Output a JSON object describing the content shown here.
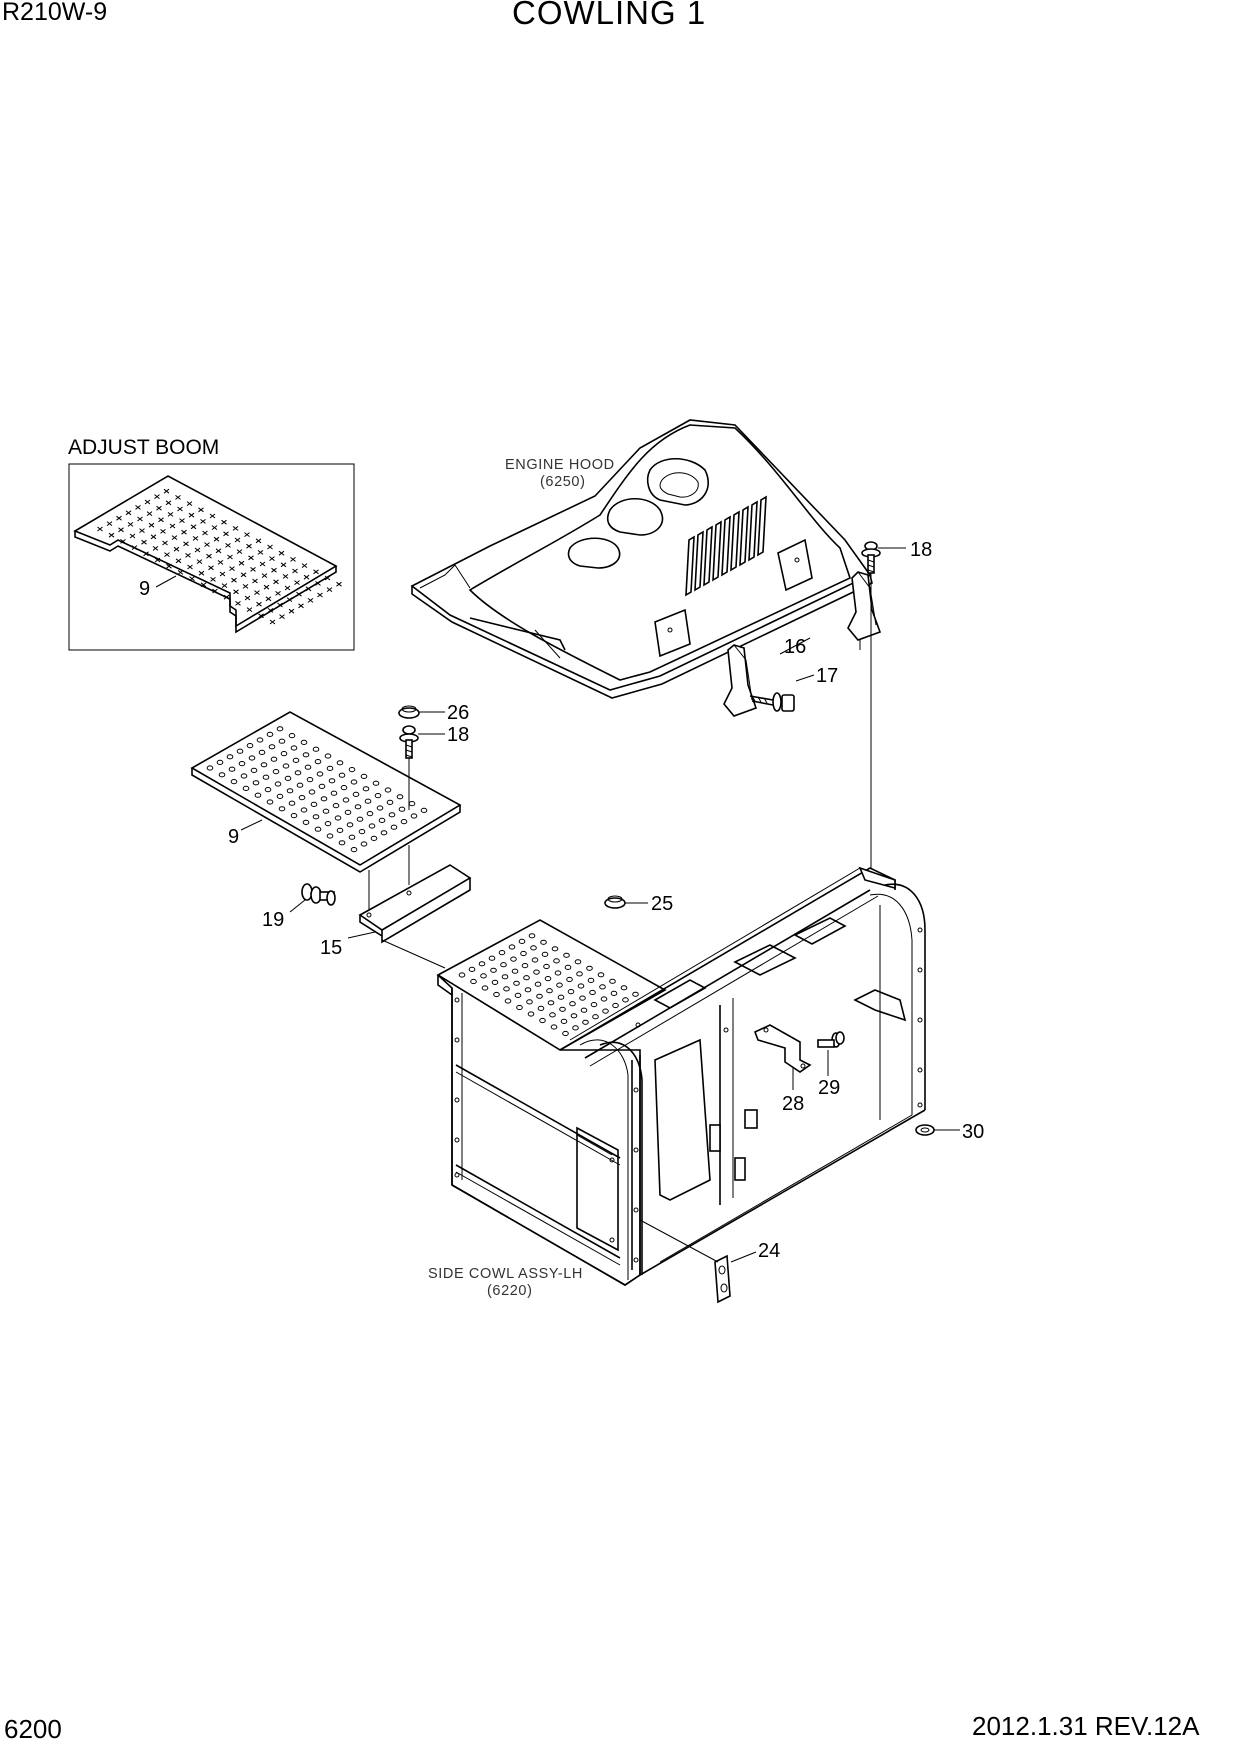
{
  "header": {
    "model": "R210W-9",
    "title": "COWLING 1"
  },
  "footer": {
    "page_number": "6200",
    "revision": "2012.1.31  REV.12A"
  },
  "inset": {
    "title": "ADJUST BOOM",
    "part_label": "9"
  },
  "references": {
    "engine_hood_name": "ENGINE HOOD",
    "engine_hood_code": "(6250)",
    "side_cowl_name": "SIDE COWL ASSY-LH",
    "side_cowl_code": "(6220)"
  },
  "callouts": {
    "c18_top": "18",
    "c16": "16",
    "c17": "17",
    "c26": "26",
    "c18_mid": "18",
    "c9": "9",
    "c19": "19",
    "c15": "15",
    "c25": "25",
    "c28": "28",
    "c29": "29",
    "c30": "30",
    "c24": "24"
  }
}
